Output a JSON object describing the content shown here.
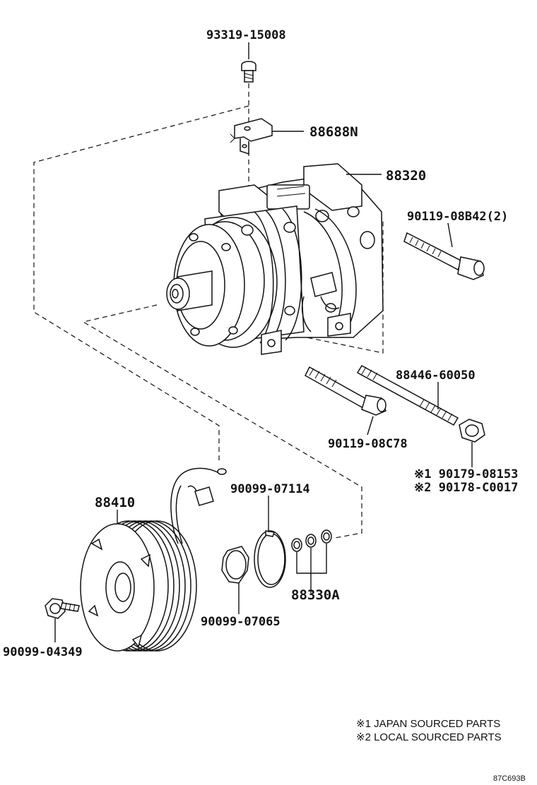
{
  "parts": {
    "screw_top": "93319-15008",
    "bracket": "88688N",
    "compressor": "88320",
    "bolt_right": "90119-08B42(2)",
    "stud_long": "88446-60050",
    "bolt_lower": "90119-08C78",
    "nut_note_1": "※1 90179-08153",
    "nut_note_2": "※2 90178-C0017",
    "snap_ring": "90099-07114",
    "clutch": "88410",
    "shim_set": "88330A",
    "retainer": "90099-07065",
    "clutch_bolt": "90099-04349"
  },
  "notes": {
    "note_1": "※1 JAPAN SOURCED PARTS",
    "note_2": "※2 LOCAL SOURCED PARTS"
  },
  "diagram_code": "87C693B"
}
